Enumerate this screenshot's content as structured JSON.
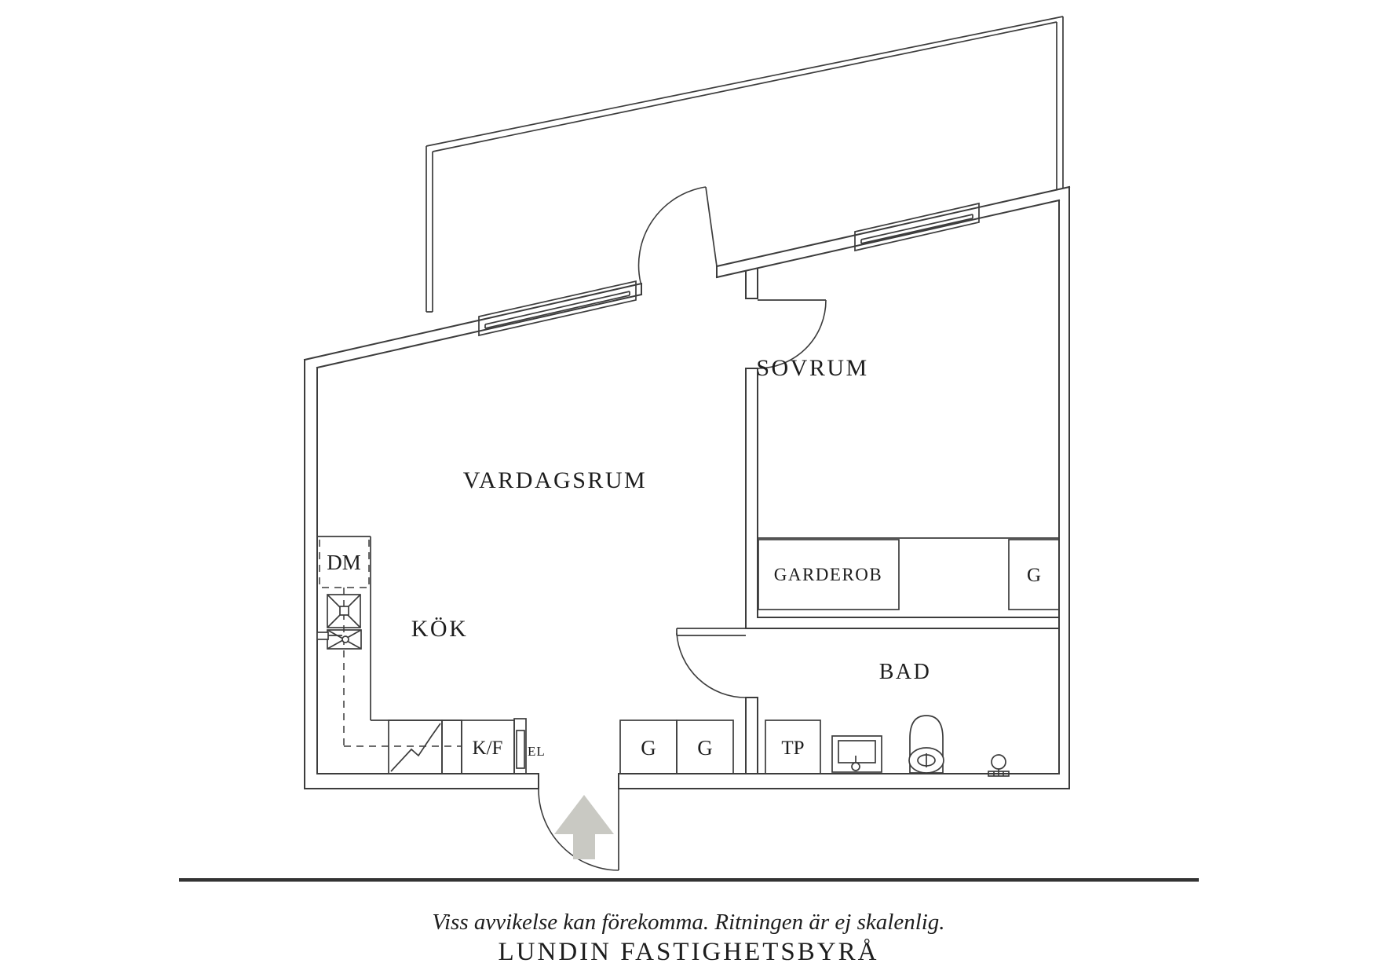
{
  "plan": {
    "room_labels": {
      "living": "VARDAGSRUM",
      "bedroom": "SOVRUM",
      "kitchen": "KÖK",
      "bathroom": "BAD"
    },
    "fixture_labels": {
      "wardrobe": "GARDEROB",
      "dishwasher": "DM",
      "fridge_freezer": "K/F",
      "electrical": "EL",
      "closet_bedroom": "G",
      "closet_hall_1": "G",
      "closet_hall_2": "G",
      "laundry_tower": "TP"
    }
  },
  "footer": {
    "disclaimer": "Viss avvikelse kan förekomma. Ritningen är ej skalenlig.",
    "brand": "LUNDIN FASTIGHETSBYRÅ"
  },
  "colors": {
    "line": "#3c3c3c",
    "text": "#1d1d1d",
    "arrow_fill": "#c9c9c3",
    "divider": "#333333"
  }
}
